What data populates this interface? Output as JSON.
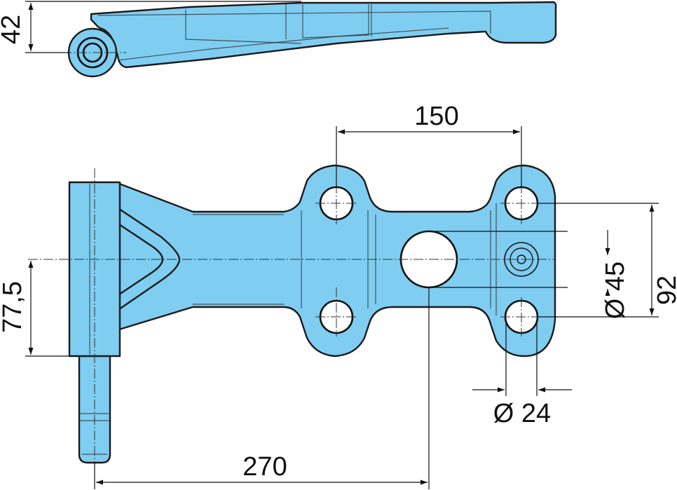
{
  "dimensions": {
    "thickness": "42",
    "hole_spacing_horizontal": "150",
    "hole_spacing_vertical": "92",
    "center_hole_diameter": "Ø 45",
    "bolt_hole_diameter": "Ø 24",
    "pin_to_center_height": "77,5",
    "pin_to_center_length": "270"
  },
  "colors": {
    "part_fill": "#7fcdf1",
    "outline": "#1a1a1a"
  }
}
